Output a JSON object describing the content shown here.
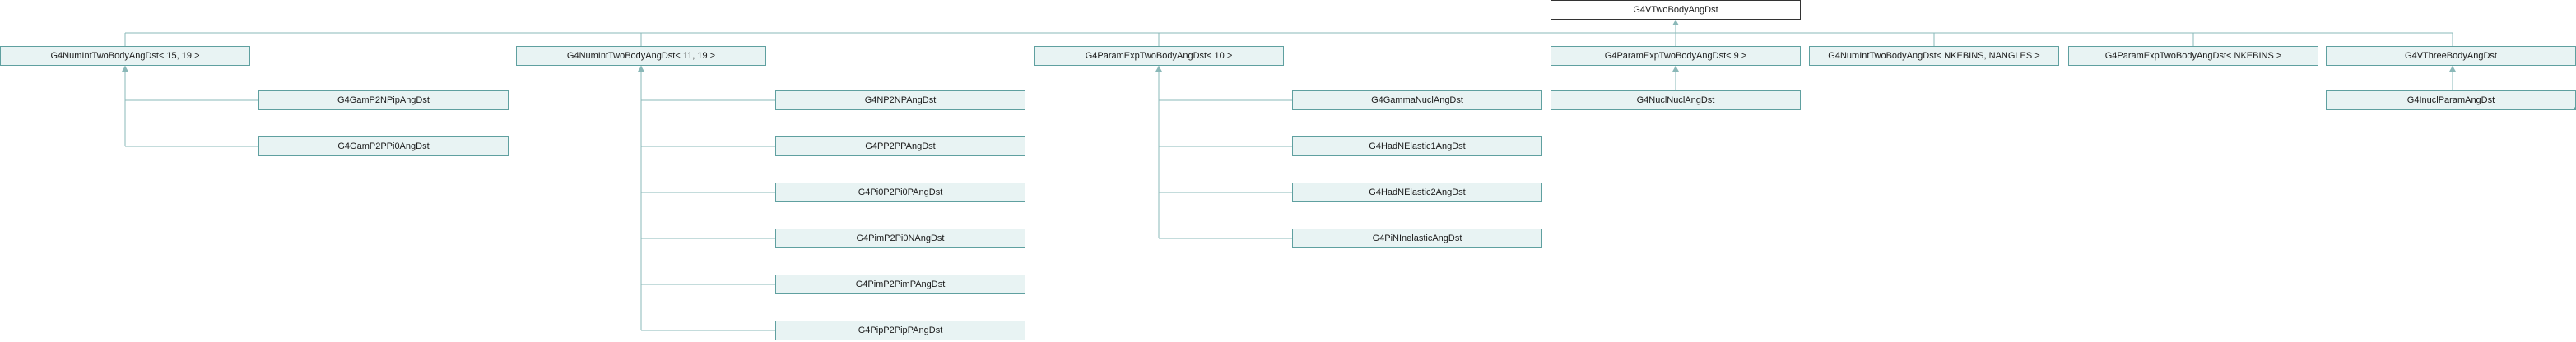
{
  "diagram": {
    "title": "",
    "colors": {
      "node_fill": "#e8f3f3",
      "node_border": "#5fa0a0",
      "root_border": "#333333",
      "edge": "#8ab8b8"
    },
    "root": {
      "label": "G4VTwoBodyAngDst"
    },
    "level1": [
      {
        "label": "G4NumIntTwoBodyAngDst< 15, 19 >"
      },
      {
        "label": "G4NumIntTwoBodyAngDst< 11, 19 >"
      },
      {
        "label": "G4ParamExpTwoBodyAngDst< 10 >"
      },
      {
        "label": "G4ParamExpTwoBodyAngDst< 9 >"
      },
      {
        "label": "G4NumIntTwoBodyAngDst< NKEBINS, NANGLES >"
      },
      {
        "label": "G4ParamExpTwoBodyAngDst< NKEBINS >"
      },
      {
        "label": "G4VThreeBodyAngDst"
      }
    ],
    "children_a": [
      {
        "label": "G4GamP2NPipAngDst"
      },
      {
        "label": "G4GamP2PPi0AngDst"
      }
    ],
    "children_b": [
      {
        "label": "G4NP2NPAngDst"
      },
      {
        "label": "G4PP2PPAngDst"
      },
      {
        "label": "G4Pi0P2Pi0PAngDst"
      },
      {
        "label": "G4PimP2Pi0NAngDst"
      },
      {
        "label": "G4PimP2PimPAngDst"
      },
      {
        "label": "G4PipP2PipPAngDst"
      }
    ],
    "children_c": [
      {
        "label": "G4GammaNuclAngDst"
      },
      {
        "label": "G4HadNElastic1AngDst"
      },
      {
        "label": "G4HadNElastic2AngDst"
      },
      {
        "label": "G4PiNInelasticAngDst"
      }
    ],
    "children_d": [
      {
        "label": "G4NuclNuclAngDst"
      }
    ],
    "children_g": [
      {
        "label": "G4InuclParamAngDst"
      }
    ]
  }
}
